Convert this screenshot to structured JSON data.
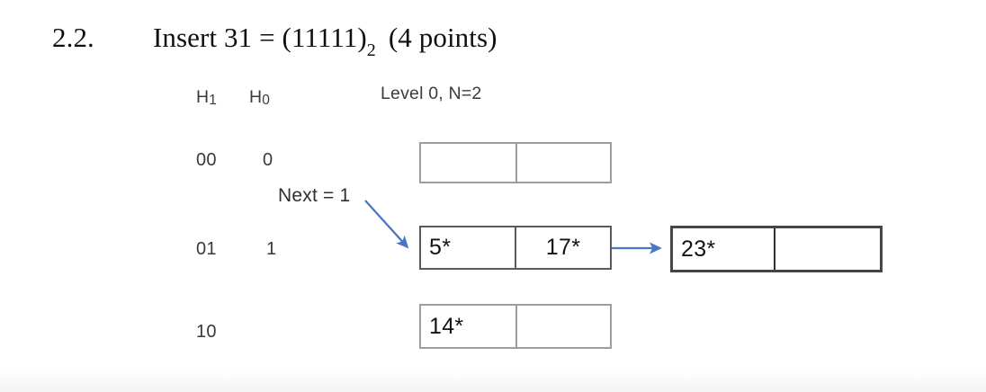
{
  "title": {
    "number": "2.2.",
    "text_before_sub": "Insert 31 = (11111)",
    "subscript": "2",
    "points": "(4 points)"
  },
  "headers": {
    "h1": "H",
    "h1_sub": "1",
    "h0": "H",
    "h0_sub": "0",
    "level": "Level 0, N=2"
  },
  "annotations": {
    "next": "Next = 1"
  },
  "rows": [
    {
      "h1_label": "00",
      "h0_label": "0",
      "bucket": {
        "cells": [
          "",
          ""
        ]
      }
    },
    {
      "h1_label": "01",
      "h0_label": "1",
      "bucket": {
        "cells": [
          "5*",
          "17*"
        ]
      },
      "overflow": {
        "cells": [
          "23*",
          ""
        ]
      }
    },
    {
      "h1_label": "10",
      "h0_label": "",
      "bucket": {
        "cells": [
          "14*",
          ""
        ]
      }
    }
  ],
  "colors": {
    "arrow_blue": "#4a77c4",
    "box_border_light": "#9d9d9d",
    "box_border_dark": "#5b5b5b",
    "box_border_heavy": "#464646",
    "text": "#131313",
    "background": "#ffffff"
  }
}
